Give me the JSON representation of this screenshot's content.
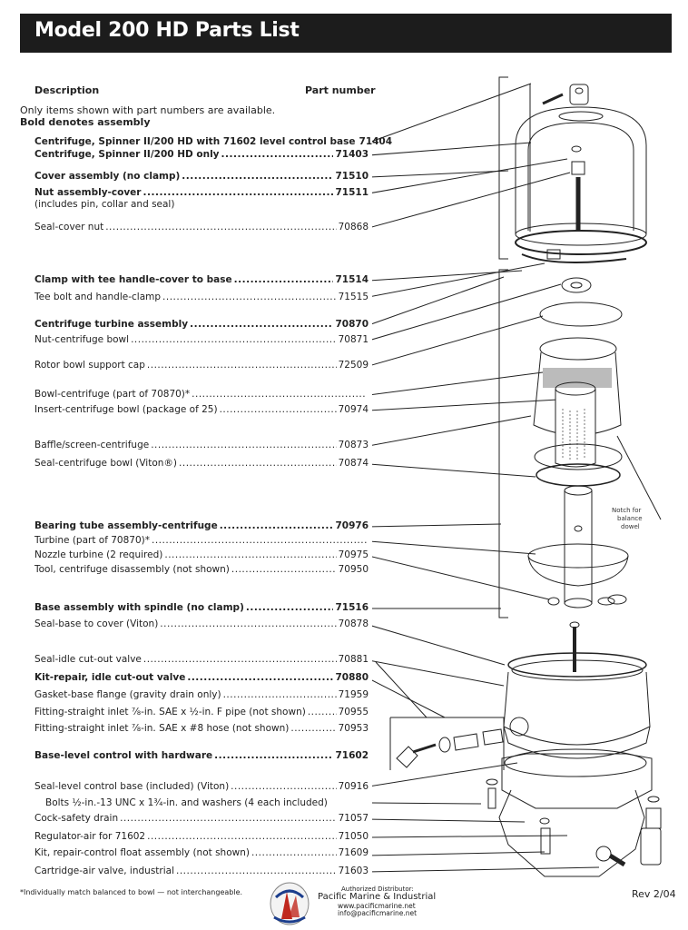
{
  "title": "Model 200 HD Parts List",
  "columns": {
    "description": "Description",
    "part_number": "Part number"
  },
  "notes": {
    "line1": "Only items shown with part numbers are available.",
    "line2": "Bold denotes assembly"
  },
  "parts": [
    {
      "desc": "Centrifuge, Spinner II/200 HD with 71602 level control base",
      "num": "71404",
      "bold": true
    },
    {
      "desc": "Centrifuge, Spinner II/200 HD only",
      "num": "71403",
      "bold": true
    },
    {
      "desc": "Cover assembly (no clamp)",
      "num": "71510",
      "bold": true
    },
    {
      "desc": "Nut assembly-cover",
      "num": "71511",
      "bold": true
    },
    {
      "desc": "(includes pin, collar and seal)",
      "num": "",
      "bold": false
    },
    {
      "desc": "Seal-cover nut",
      "num": "70868",
      "bold": false
    },
    {
      "desc": "Clamp with tee handle-cover to base",
      "num": "71514",
      "bold": true
    },
    {
      "desc": "Tee bolt and handle-clamp",
      "num": "71515",
      "bold": false
    },
    {
      "desc": "Centrifuge turbine assembly",
      "num": "70870",
      "bold": true
    },
    {
      "desc": "Nut-centrifuge bowl",
      "num": "70871",
      "bold": false
    },
    {
      "desc": "Rotor bowl support cap",
      "num": "72509",
      "bold": false
    },
    {
      "desc": "Bowl-centrifuge (part of 70870)*",
      "num": "",
      "bold": false
    },
    {
      "desc": "Insert-centrifuge bowl (package of 25)",
      "num": "70974",
      "bold": false
    },
    {
      "desc": "Baffle/screen-centrifuge",
      "num": "70873",
      "bold": false
    },
    {
      "desc": "Seal-centrifuge bowl (Viton®)",
      "num": "70874",
      "bold": false
    },
    {
      "desc": "Bearing tube assembly-centrifuge",
      "num": "70976",
      "bold": true
    },
    {
      "desc": "Turbine (part of 70870)*",
      "num": "",
      "bold": false
    },
    {
      "desc": "Nozzle turbine (2 required)",
      "num": "70975",
      "bold": false
    },
    {
      "desc": "Tool, centrifuge disassembly (not shown)",
      "num": "70950",
      "bold": false
    },
    {
      "desc": "Base assembly with spindle (no clamp)",
      "num": "71516",
      "bold": true
    },
    {
      "desc": "Seal-base to cover (Viton)",
      "num": "70878",
      "bold": false
    },
    {
      "desc": "Seal-idle cut-out valve",
      "num": "70881",
      "bold": false
    },
    {
      "desc": "Kit-repair, idle cut-out valve",
      "num": "70880",
      "bold": true
    },
    {
      "desc": "Gasket-base flange (gravity drain only)",
      "num": "71959",
      "bold": false
    },
    {
      "desc": "Fitting-straight inlet ⅞-in. SAE x ½-in. F pipe (not shown)",
      "num": "70955",
      "bold": false
    },
    {
      "desc": "Fitting-straight inlet ⅞-in. SAE x #8 hose (not shown)",
      "num": "70953",
      "bold": false
    },
    {
      "desc": "Base-level control with hardware",
      "num": "71602",
      "bold": true
    },
    {
      "desc": "Seal-level control base (included) (Viton)",
      "num": "70916",
      "bold": false
    },
    {
      "desc": "Bolts ½-in.-13 UNC x 1¾-in. and washers (4 each included)",
      "num": "",
      "bold": false
    },
    {
      "desc": "Cock-safety drain",
      "num": "71057",
      "bold": false
    },
    {
      "desc": "Regulator-air for 71602",
      "num": "71050",
      "bold": false
    },
    {
      "desc": "Kit, repair-control float assembly (not shown)",
      "num": "71609",
      "bold": false
    },
    {
      "desc": "Cartridge-air valve, industrial",
      "num": "71603",
      "bold": false
    }
  ],
  "diagram_labels": {
    "notch_line1": "Notch for",
    "notch_line2": "balance",
    "notch_line3": "dowel"
  },
  "footer": {
    "footnote": "*Individually match balanced to bowl — not interchangeable.",
    "distributor_label": "Authorized Distributor:",
    "company": "Pacific Marine & Industrial",
    "website": "www.pacificmarine.net",
    "email": "info@pacificmarine.net",
    "revision": "Rev 2/04"
  },
  "icons": {
    "logo": "pacific-marine-logo"
  }
}
